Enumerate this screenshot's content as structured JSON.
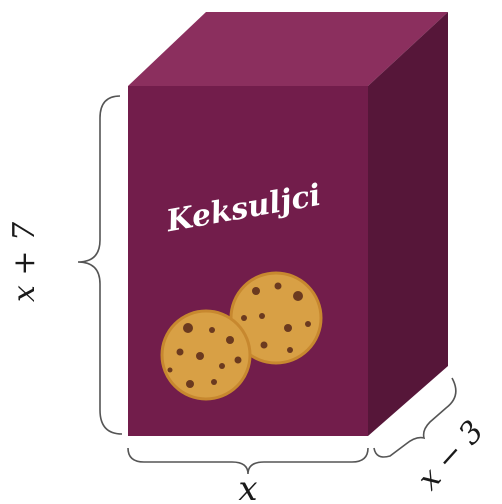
{
  "box": {
    "brand": "Keksuljci",
    "colors": {
      "front": "#721d4b",
      "top": "#8b2f5e",
      "side": "#561639",
      "edge": "#4a1231",
      "cookie": "#d8a045",
      "cookie_edge": "#c7882f",
      "chip": "#6b3a1f"
    }
  },
  "dimensions": {
    "height_label": "x + 7",
    "width_label": "x",
    "depth_label": "x − 3"
  },
  "icons": [
    "cookie-icon",
    "cookie-icon"
  ]
}
